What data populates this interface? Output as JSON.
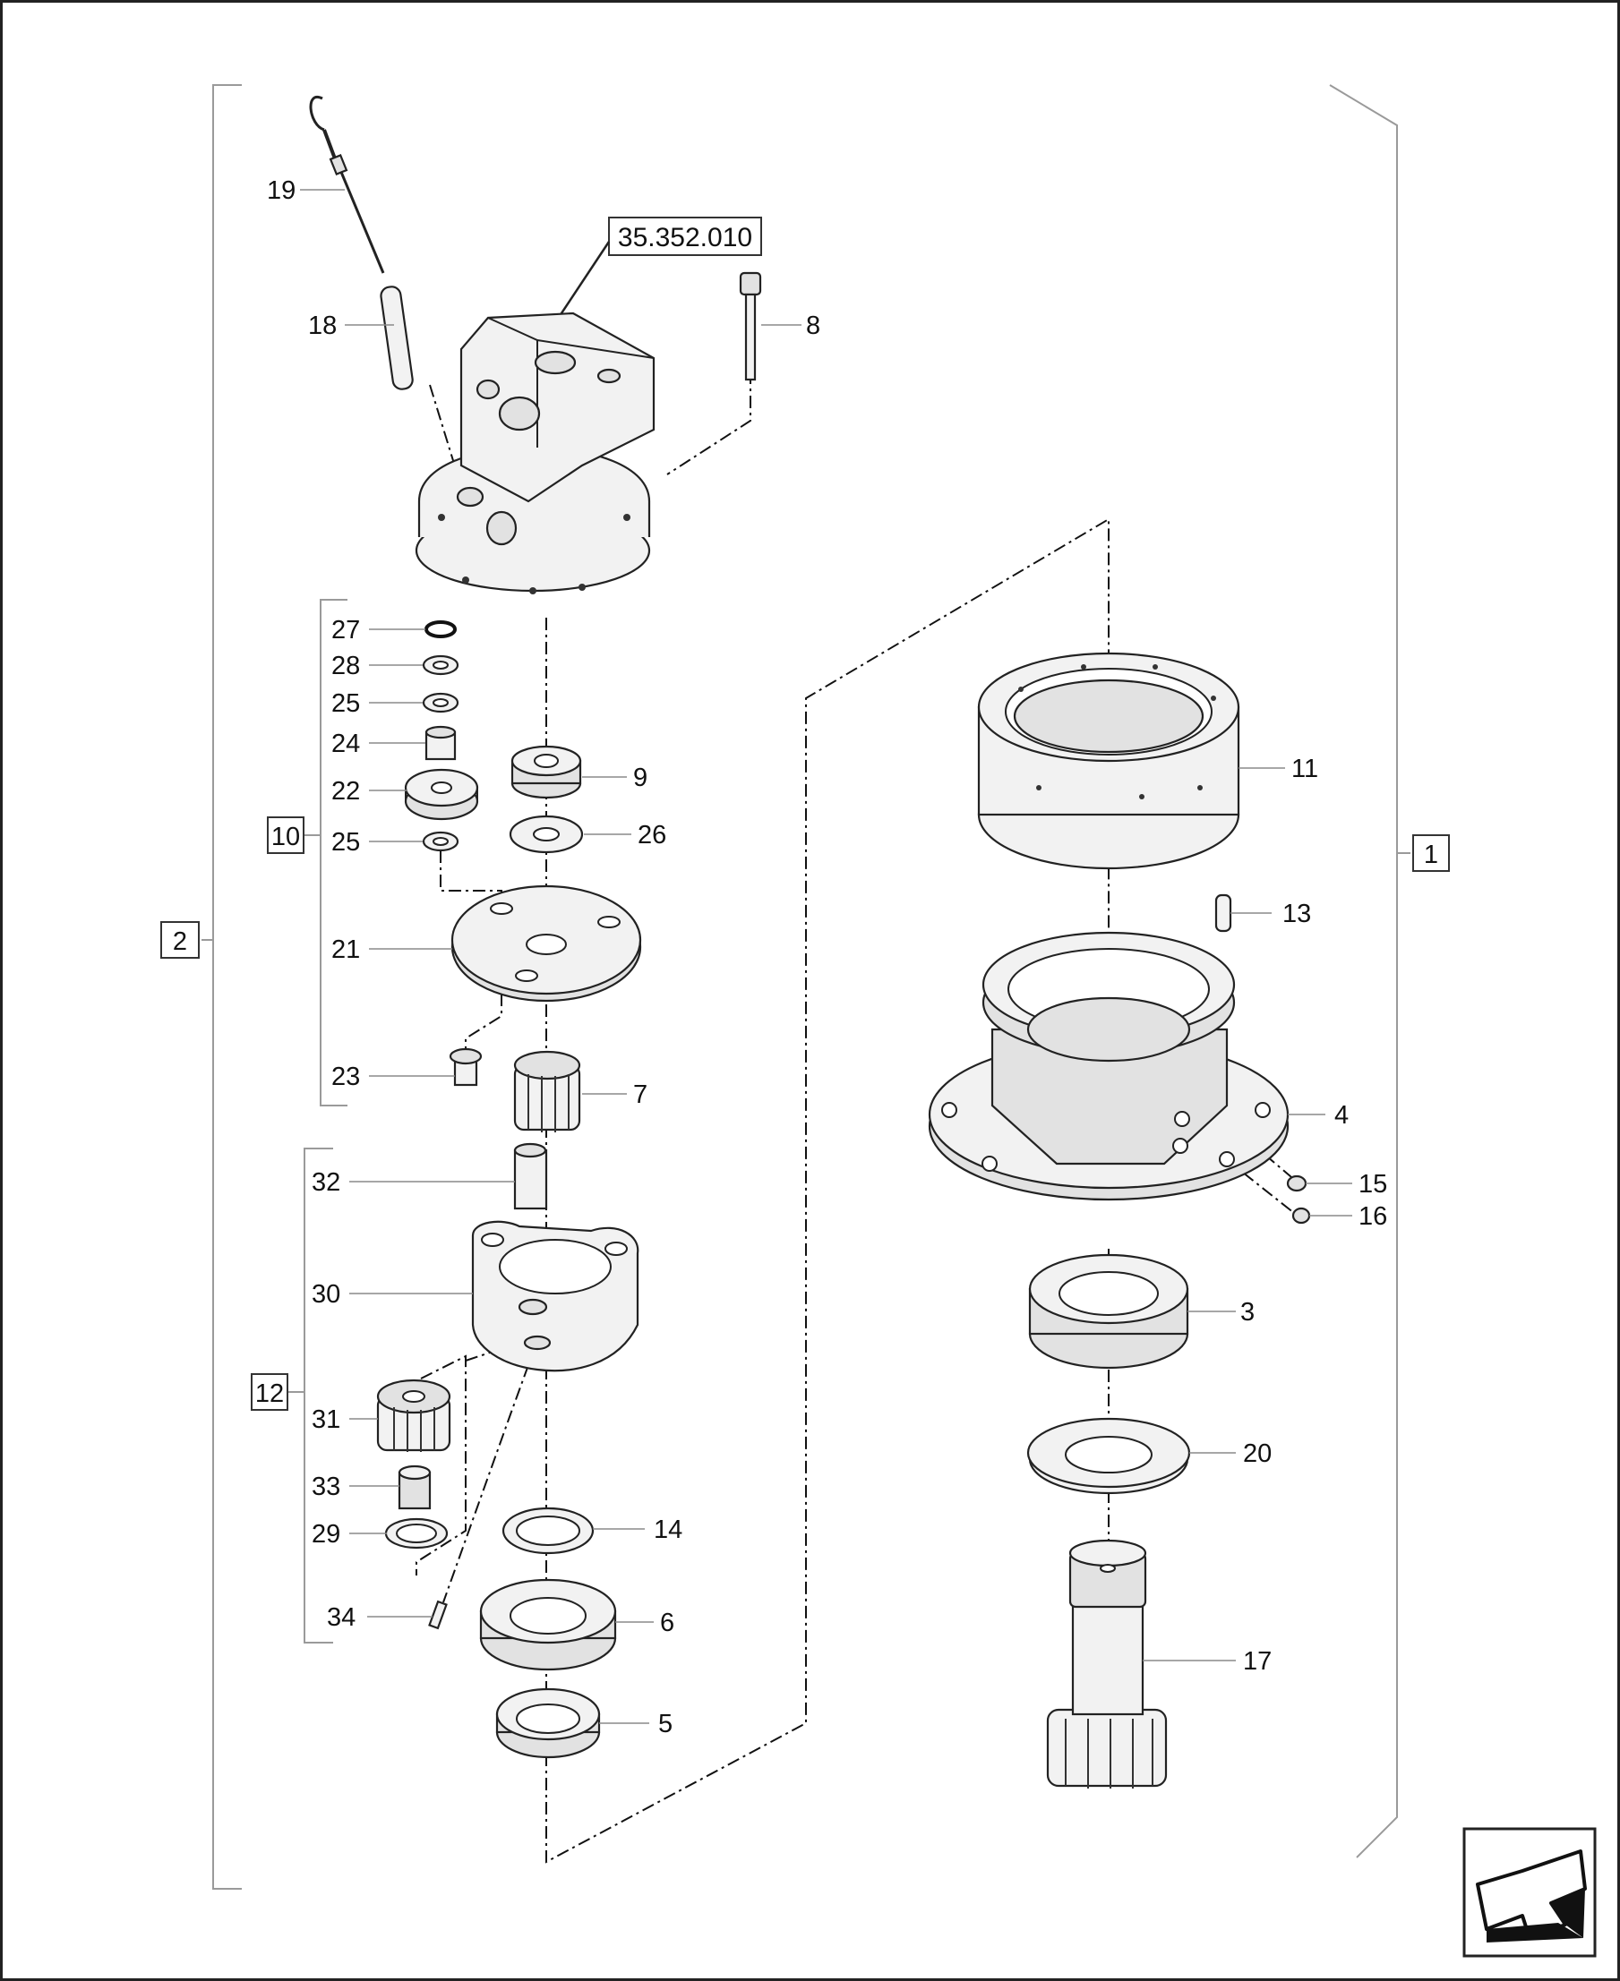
{
  "diagram": {
    "reference_box": "35.352.010",
    "group_labels": {
      "g1": "1",
      "g2": "2",
      "g10": "10",
      "g12": "12"
    },
    "part_labels": {
      "p19": "19",
      "p18": "18",
      "p8": "8",
      "p27": "27",
      "p28": "28",
      "p25a": "25",
      "p24": "24",
      "p22": "22",
      "p25b": "25",
      "p9": "9",
      "p26": "26",
      "p21": "21",
      "p23": "23",
      "p7": "7",
      "p32": "32",
      "p30": "30",
      "p31": "31",
      "p33": "33",
      "p29": "29",
      "p34": "34",
      "p14": "14",
      "p6": "6",
      "p5": "5",
      "p11": "11",
      "p13": "13",
      "p4": "4",
      "p15": "15",
      "p16": "16",
      "p3": "3",
      "p20": "20",
      "p17": "17"
    },
    "nav": {
      "icon": "arrow-down-left-icon"
    }
  }
}
